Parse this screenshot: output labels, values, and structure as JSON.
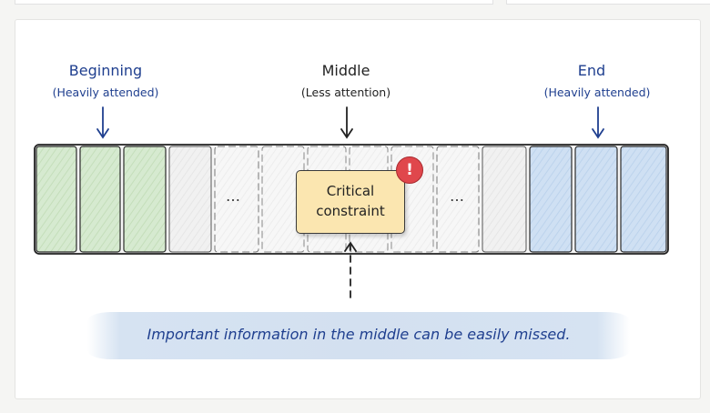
{
  "labels": {
    "beginning_title": "Beginning",
    "beginning_sub": "(Heavily attended)",
    "middle_title": "Middle",
    "middle_sub": "(Less attention)",
    "end_title": "End",
    "end_sub": "(Heavily attended)"
  },
  "ellipsis": "…",
  "constraint": {
    "line1": "Critical",
    "line2": "constraint",
    "alert_symbol": "!"
  },
  "message": "Important information in the middle can be easily missed.",
  "colors": {
    "beginning_cell": "#d6ead0",
    "middle_cell": "#eeeeee",
    "end_cell": "#cfe0f3",
    "constraint_fill": "#fbe6b0",
    "alert": "#e0474c",
    "label_blue": "#1f3f8f",
    "banner": "#d3e0f0"
  }
}
